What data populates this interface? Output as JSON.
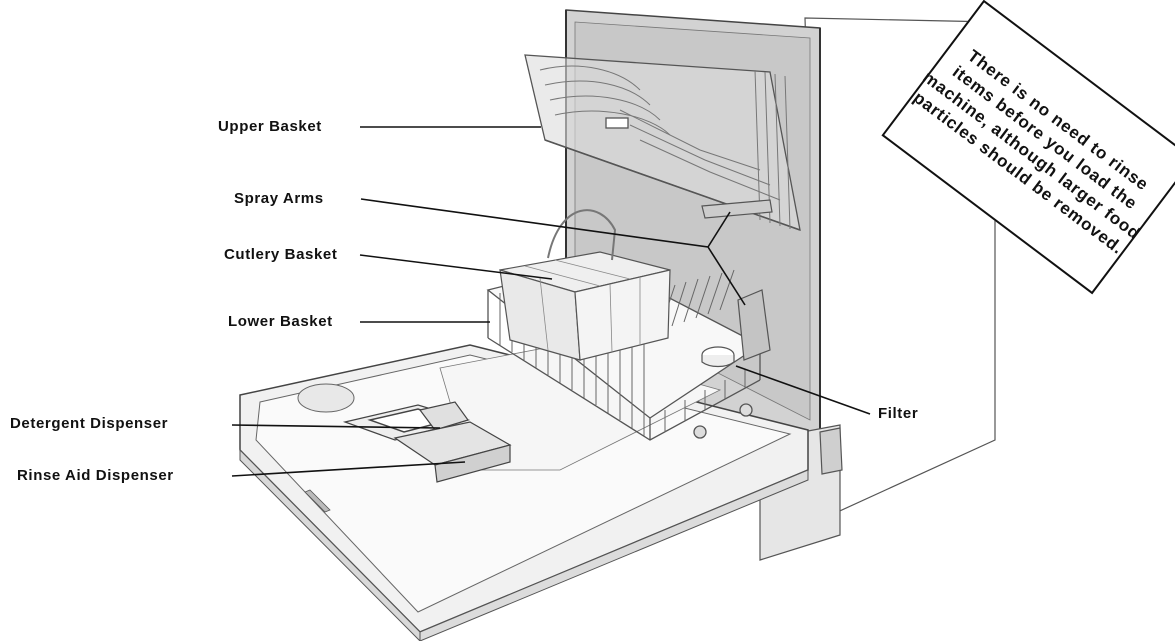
{
  "labels": {
    "upper_basket": "Upper Basket",
    "spray_arms": "Spray Arms",
    "cutlery_basket": "Cutlery Basket",
    "lower_basket": "Lower Basket",
    "detergent_dispenser": "Detergent Dispenser",
    "rinse_aid_dispenser": "Rinse Aid Dispenser",
    "filter": "Filter"
  },
  "note": {
    "lines": [
      "There is no need to rinse",
      "items before you load the",
      "machine, although larger food",
      "particles should be removed."
    ]
  },
  "colors": {
    "line": "#111111",
    "tub": "#d2d2d2",
    "outline": "#555555",
    "door": "#f1f1f1"
  }
}
